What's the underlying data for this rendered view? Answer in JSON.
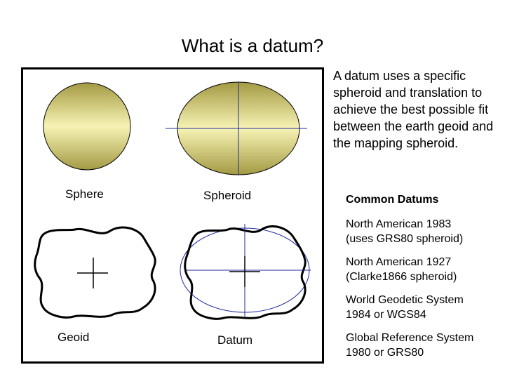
{
  "title": "What is a datum?",
  "diagram": {
    "labels": {
      "sphere": "Sphere",
      "spheroid": "Spheroid",
      "geoid": "Geoid",
      "datum": "Datum"
    }
  },
  "description": "A datum uses a specific spheroid and translation to achieve the best possible fit between the earth geoid and the mapping spheroid.",
  "common_datums": {
    "heading": "Common Datums",
    "items": [
      {
        "line1": "North American 1983",
        "line2": "(uses GRS80 spheroid)"
      },
      {
        "line1": "North American 1927",
        "line2": "(Clarke1866 spheroid)"
      },
      {
        "line1": "World Geodetic System",
        "line2": "1984 or WGS84"
      },
      {
        "line1": "Global Reference System",
        "line2": "1980 or GRS80"
      }
    ]
  },
  "colors": {
    "fill_light": "#f7f3b4",
    "fill_dark": "#a39a43",
    "axis_line": "#1f2a9c",
    "outline": "#000000"
  }
}
